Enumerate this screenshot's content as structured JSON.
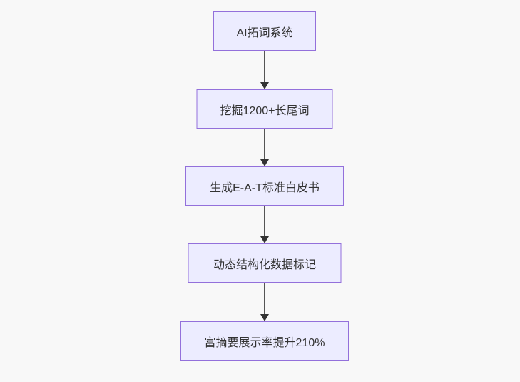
{
  "diagram": {
    "type": "flowchart",
    "direction": "top-down",
    "nodes": [
      {
        "id": "n1",
        "label": "AI拓词系统"
      },
      {
        "id": "n2",
        "label": "挖掘1200+长尾词"
      },
      {
        "id": "n3",
        "label": "生成E-A-T标准白皮书"
      },
      {
        "id": "n4",
        "label": "动态结构化数据标记"
      },
      {
        "id": "n5",
        "label": "富摘要展示率提升210%"
      }
    ],
    "edges": [
      {
        "from": "n1",
        "to": "n2"
      },
      {
        "from": "n2",
        "to": "n3"
      },
      {
        "from": "n3",
        "to": "n4"
      },
      {
        "from": "n4",
        "to": "n5"
      }
    ],
    "colors": {
      "background": "#f8f8f8",
      "node_fill": "#ECECFF",
      "node_border": "#9370DB",
      "text": "#333333",
      "edge_line": "#555555",
      "edge_head": "#333333"
    }
  }
}
